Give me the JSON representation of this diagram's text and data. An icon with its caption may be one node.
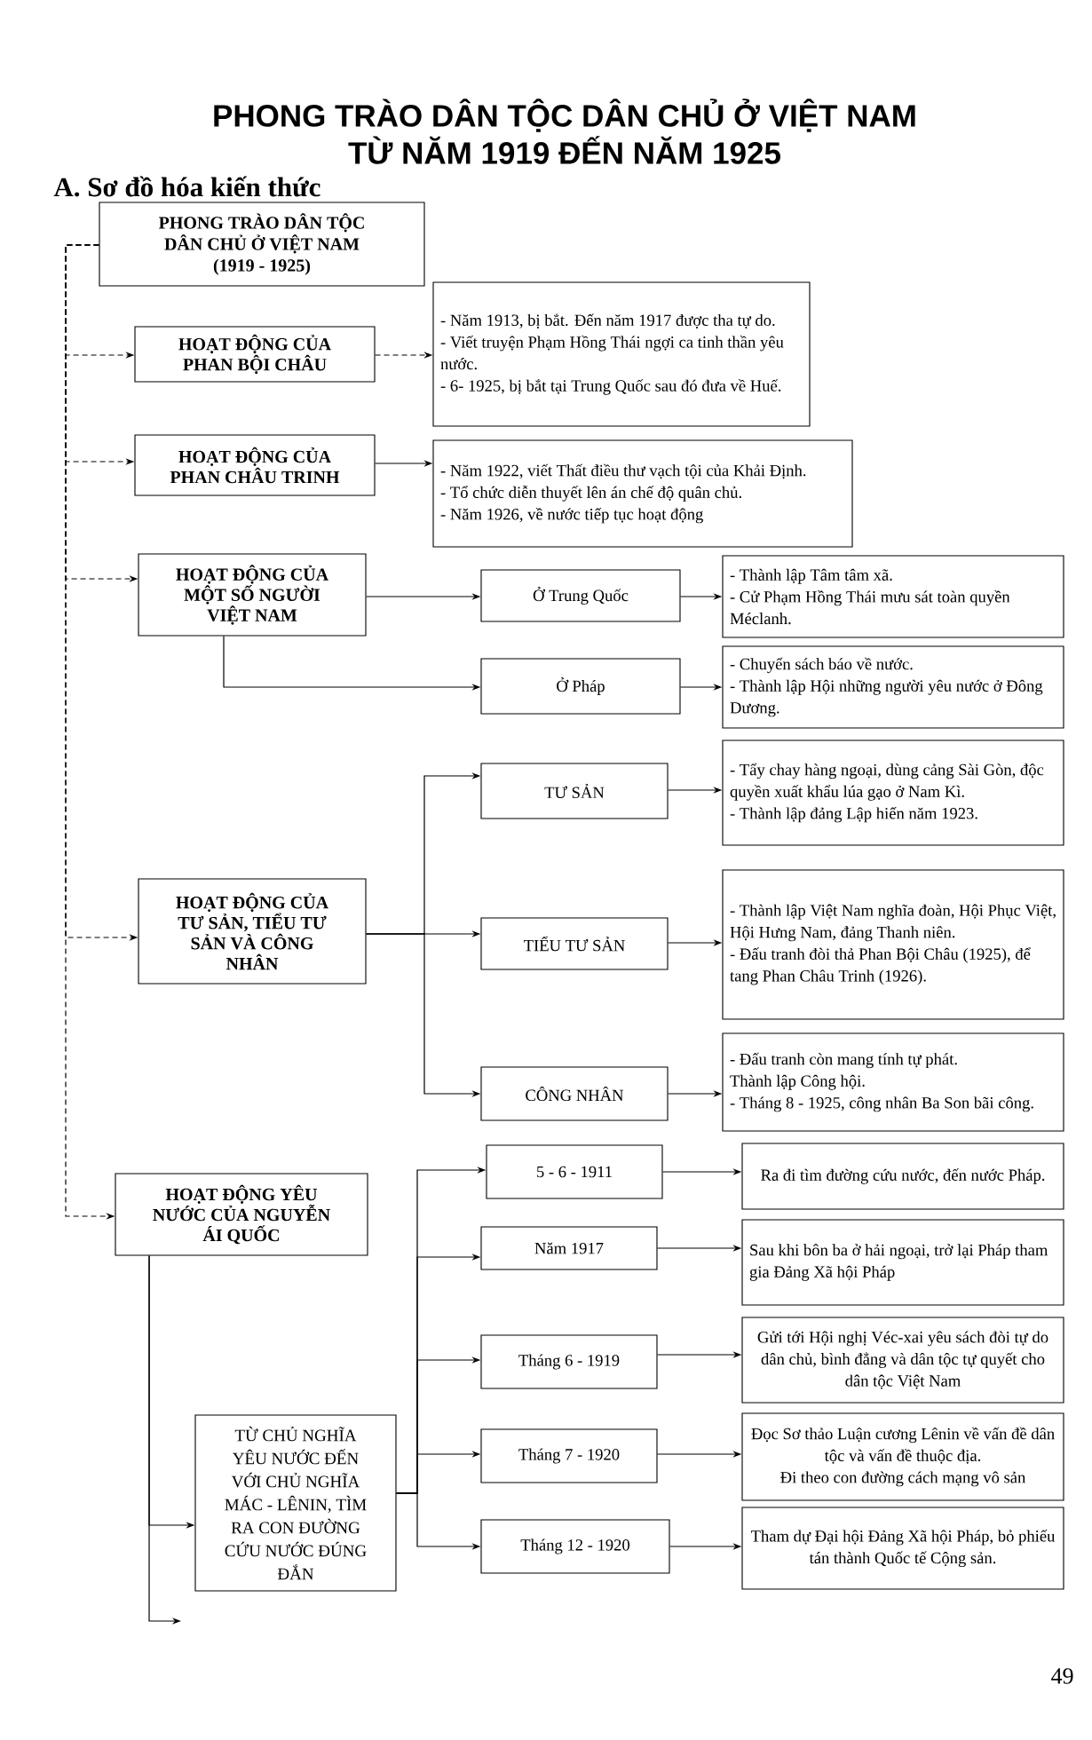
{
  "diagram": {
    "title": "PHONG TRÀO DÂN TỘC DÂN CHỦ Ở VIỆT NAM TỪ NĂM 1919 ĐẾN NĂM 1925",
    "nodes": [
      {
        "text": [
          "PHONG TRÀO DÂN TỘC DÂN CHỦ Ở VIỆT NAM (1919 - 1925)"
        ]
      },
      {
        "text": [
          "HOẠT ĐỘNG CỦA PHAN BỘI CHÂU"
        ]
      },
      {
        "text": [
          "- Năm 1913, bị bắt. Đến năm 1917 được tha tự do.",
          "- Viết truyện Phạm Hồng Thái ngợi ca tinh thần yêu nước.",
          "- 6- 1925, bị bắt tại Trung Quốc sau đó đưa về Huế."
        ]
      },
      {
        "text": [
          "HOẠT ĐỘNG CỦA PHAN CHÂU TRINH"
        ]
      },
      {
        "text": [
          "- Năm 1922, viết Thất điều thư vạch tội của Khải Định.",
          "- Tổ chức diễn thuyết lên án chế độ quân chủ.",
          "- Năm 1926, về nước tiếp tục hoạt động"
        ]
      },
      {
        "text": [
          "HOẠT ĐỘNG CỦA MỘT SỐ NGƯỜI VIỆT NAM"
        ]
      },
      {
        "text": [
          "Ở Trung Quốc"
        ]
      },
      {
        "text": [
          "- Thành lập Tâm tâm xã.",
          "- Cử Phạm Hồng Thái mưu sát toàn quyền Méclanh."
        ]
      },
      {
        "text": [
          "Ở Pháp"
        ]
      },
      {
        "text": [
          "- Chuyển sách báo về nước.",
          "- Thành lập Hội những người yêu nước ở Đông Dương."
        ]
      },
      {
        "text": [
          "HOẠT ĐỘNG CỦA TƯ SẢN, TIỂU TƯ SẢN VÀ CÔNG NHÂN"
        ]
      },
      {
        "text": [
          "TƯ SẢN"
        ]
      },
      {
        "text": [
          "- Tẩy chay hàng ngoại, dùng cảng Sài Gòn, độc quyền xuất khẩu lúa gạo ở Nam Kì.",
          "- Thành lập đảng Lập hiến năm 1923."
        ]
      },
      {
        "text": [
          "TIỂU TƯ SẢN"
        ]
      },
      {
        "text": [
          "- Thành lập Việt Nam nghĩa đoàn, Hội Phục Việt, Hội Hưng Nam, đảng Thanh niên.",
          "- Đấu tranh đòi thả Phan Bội Châu (1925), để tang Phan Châu Trinh (1926)."
        ]
      },
      {
        "text": [
          "CÔNG NHÂN"
        ]
      },
      {
        "text": [
          "- Đấu tranh còn mang tính tự phát.",
          "Thành lập Công hội.",
          "- Tháng 8 - 1925, công nhân Ba Son bãi công."
        ]
      },
      {
        "text": [
          "HOẠT ĐỘNG YÊU NƯỚC CỦA NGUYỄN ÁI QUỐC"
        ]
      },
      {
        "text": [
          "TỪ CHỦ NGHĨA YÊU NƯỚC ĐẾN VỚI CHỦ NGHĨA MÁC - LÊNIN, TÌM RA CON ĐƯỜNG CỨU NƯỚC ĐÚNG ĐẮN"
        ]
      },
      {
        "text": [
          "5 - 6 - 1911"
        ]
      },
      {
        "text": [
          "Ra đi tìm đường cứu nước, đến nước Pháp."
        ]
      },
      {
        "text": [
          "Năm 1917"
        ]
      },
      {
        "text": [
          "Sau khi bôn ba ở hải ngoại, trở lại Pháp tham gia Đảng Xã hội Pháp"
        ]
      },
      {
        "text": [
          "Tháng 6 - 1919"
        ]
      },
      {
        "text": [
          "Gửi tới Hội nghị Véc-xai yêu sách đòi tự do dân chủ, bình đẳng và dân tộc tự quyết cho dân tộc Việt Nam"
        ]
      },
      {
        "text": [
          "Tháng 7 - 1920"
        ]
      },
      {
        "text": [
          "Đọc Sơ thảo Luận cương Lênin về vấn đề dân tộc và vấn đề thuộc địa.",
          "Đi theo con đường cách mạng vô sản"
        ]
      },
      {
        "text": [
          "Tháng 12 - 1920"
        ]
      },
      {
        "text": [
          "Tham dự Đại hội Đảng Xã hội Pháp, bỏ phiếu tán thành Quốc tế Cộng sản."
        ]
      }
    ],
    "edges": [
      {
        "from": 0,
        "to": 1,
        "arrow": "to",
        "style": "dashed"
      },
      {
        "from": 0,
        "to": 3,
        "arrow": "to",
        "style": "dashed"
      },
      {
        "from": 0,
        "to": 5,
        "arrow": "to",
        "style": "dashed"
      },
      {
        "from": 0,
        "to": 10,
        "arrow": "to",
        "style": "dashed"
      },
      {
        "from": 0,
        "to": 17,
        "arrow": "to",
        "style": "dashed"
      },
      {
        "from": 1,
        "to": 2,
        "arrow": "to",
        "style": "dashed"
      },
      {
        "from": 3,
        "to": 4,
        "arrow": "to"
      },
      {
        "from": 5,
        "to": 6,
        "arrow": "to"
      },
      {
        "from": 5,
        "to": 8,
        "arrow": "to"
      },
      {
        "from": 6,
        "to": 7,
        "arrow": "to"
      },
      {
        "from": 8,
        "to": 9,
        "arrow": "to"
      },
      {
        "from": 10,
        "to": 11,
        "arrow": "to"
      },
      {
        "from": 10,
        "to": 13,
        "arrow": "to"
      },
      {
        "from": 10,
        "to": 15,
        "arrow": "to"
      },
      {
        "from": 11,
        "to": 12,
        "arrow": "to"
      },
      {
        "from": 13,
        "to": 14,
        "arrow": "to"
      },
      {
        "from": 15,
        "to": 16,
        "arrow": "to"
      },
      {
        "from": 17,
        "to": 18,
        "arrow": "to"
      },
      {
        "from": 17,
        "to": null,
        "arrow": "to"
      },
      {
        "from": 18,
        "to": 19,
        "arrow": "to"
      },
      {
        "from": 18,
        "to": 21,
        "arrow": "to"
      },
      {
        "from": 18,
        "to": 23,
        "arrow": "to"
      },
      {
        "from": 18,
        "to": 25,
        "arrow": "to"
      },
      {
        "from": 18,
        "to": 27,
        "arrow": "to"
      },
      {
        "from": 19,
        "to": 20,
        "arrow": "to"
      },
      {
        "from": 21,
        "to": 22,
        "arrow": "to"
      },
      {
        "from": 23,
        "to": 24,
        "arrow": "to"
      },
      {
        "from": 25,
        "to": 26,
        "arrow": "to"
      },
      {
        "from": 27,
        "to": 28,
        "arrow": "to"
      }
    ],
    "labels": [
      "A. Sơ đồ hóa kiến thức",
      "49"
    ]
  }
}
